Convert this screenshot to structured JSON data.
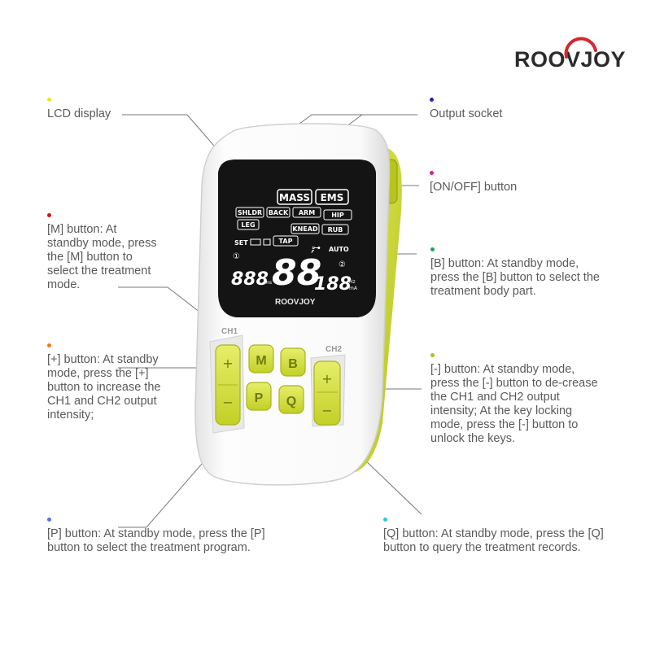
{
  "brand": {
    "name": "ROOVJOY",
    "accent_color": "#d6262f"
  },
  "device": {
    "lcd": {
      "mass": "MASS",
      "ems": "EMS",
      "body_parts": [
        "SHLDR",
        "BACK",
        "ARM",
        "HIP",
        "LEG",
        "KNEAD",
        "RUB",
        "TAP"
      ],
      "set_label": "SET",
      "auto_label": "AUTO",
      "left_digits": "888",
      "left_units": "ms",
      "left_sub": "µs",
      "center_digits": "88",
      "center_mark": "′",
      "right_digits": "188",
      "right_units_top": "Hz",
      "right_units_bottom": "mA",
      "ch1_num": "①",
      "ch2_num": "②"
    },
    "logo": "ROOVJOY",
    "ch1_label": "CH1",
    "ch2_label": "CH2",
    "buttons": {
      "m": "M",
      "b": "B",
      "p": "P",
      "q": "Q",
      "plus": "+",
      "minus": "−"
    },
    "accent_color": "#c6d32a"
  },
  "callouts": {
    "lcd": {
      "text": "LCD display",
      "color": "#e7e81a"
    },
    "output": {
      "text": "Output socket",
      "color": "#1e22b5"
    },
    "onoff": {
      "text": "[ON/OFF] button",
      "color": "#e8197e"
    },
    "m_button": {
      "text": "[M] button: At standby mode, press the [M] button to select the treatment mode.",
      "color": "#d41414"
    },
    "b_button": {
      "text": "[B] button: At standby mode, press the [B] button to select the treatment body part.",
      "color": "#19a55e"
    },
    "plus_button": {
      "text": "[+] button: At standby mode, press the [+] button to increase the CH1 and CH2 output intensity;",
      "color": "#ee7a16"
    },
    "minus_button": {
      "text": "[-] button: At standby mode, press the [-] button to de-crease the CH1 and CH2 output intensity; At the key locking mode, press the [-] button to unlock the keys.",
      "color": "#a5c51c"
    },
    "p_button": {
      "text": "[P] button: At standby mode, press the [P] button to select the treatment program.",
      "color": "#5a6fe0"
    },
    "q_button": {
      "text": "[Q] button: At standby mode, press the [Q] button to query the treatment records.",
      "color": "#33c3e0"
    }
  }
}
